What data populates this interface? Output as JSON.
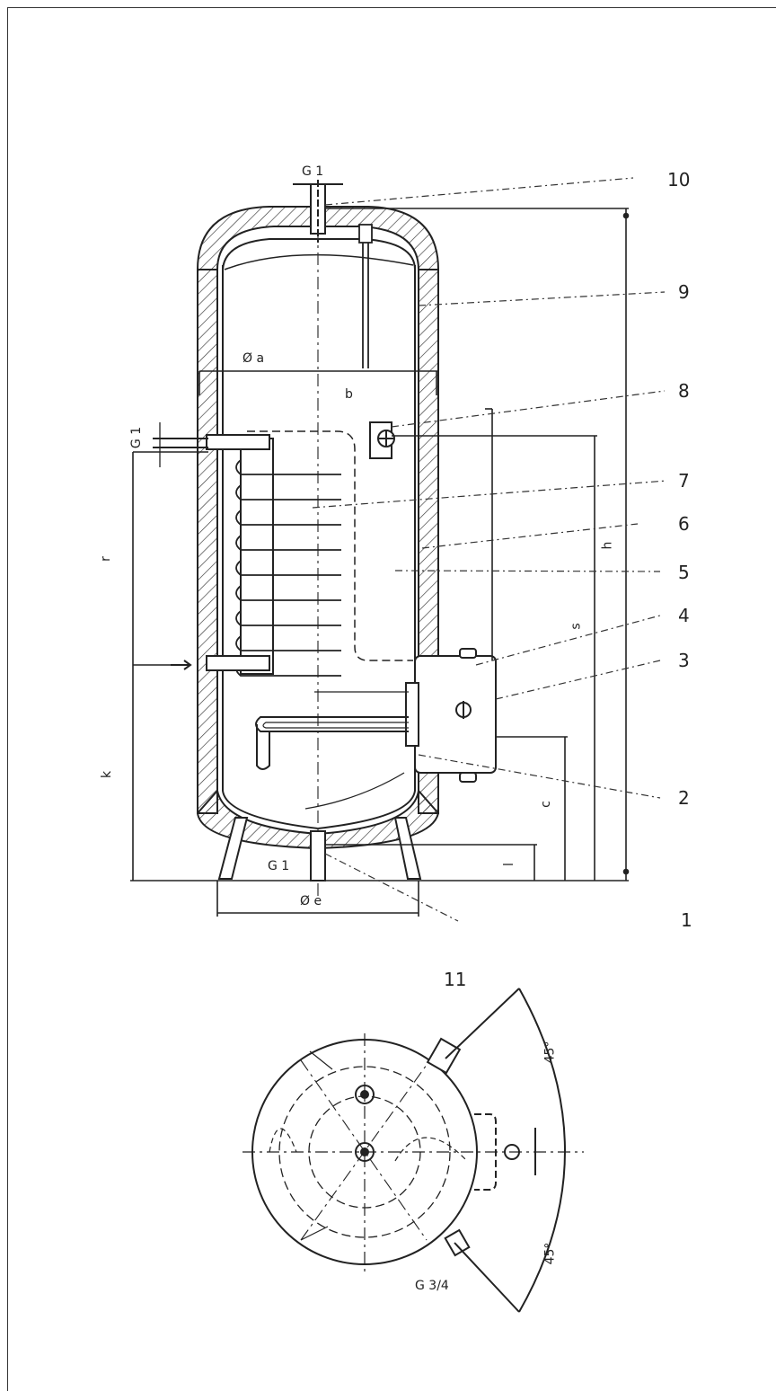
{
  "callouts": {
    "c1": "1",
    "c2": "2",
    "c3": "3",
    "c4": "4",
    "c5": "5",
    "c6": "6",
    "c7": "7",
    "c8": "8",
    "c9": "9",
    "c10": "10",
    "c11": "11"
  },
  "dimensions": {
    "g1_top": "G 1",
    "g1_bottom": "G 1",
    "g1_side": "G 1",
    "dia_a": "Ø a",
    "dia_e": "Ø e",
    "b": "b",
    "h": "h",
    "r": "r",
    "k": "k",
    "c": "c",
    "s": "s",
    "l": "l",
    "g3_4": "G 3/4"
  },
  "angles": {
    "upper": "45°",
    "lower": "45°"
  }
}
